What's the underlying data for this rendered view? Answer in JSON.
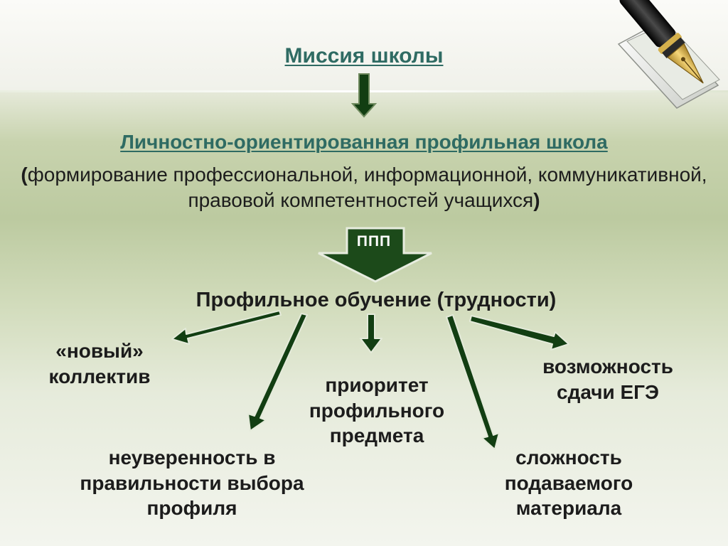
{
  "mission_title": "Миссия школы",
  "school_type": "Личностно-ориентированная профильная школа",
  "competencies": {
    "open_paren": "(",
    "text": "формирование профессиональной, информационной, коммуникативной, правовой компетентностей учащихся",
    "close_paren": ")"
  },
  "ppp_label": "ППП",
  "profile_training": "Профильное обучение (трудности)",
  "difficulties": {
    "collective": "«новый» коллектив",
    "priority": "приоритет профильного предмета",
    "ege": "возможность сдачи ЕГЭ",
    "uncertainty": "неуверенность в правильности выбора профиля",
    "complexity": "сложность подаваемого материала"
  },
  "colors": {
    "arrow_fill": "#123e12",
    "title_link": "#2f6b63",
    "ppp_arrow": "#1c4a1a"
  },
  "icons": {
    "pen": "fountain-pen-icon"
  }
}
